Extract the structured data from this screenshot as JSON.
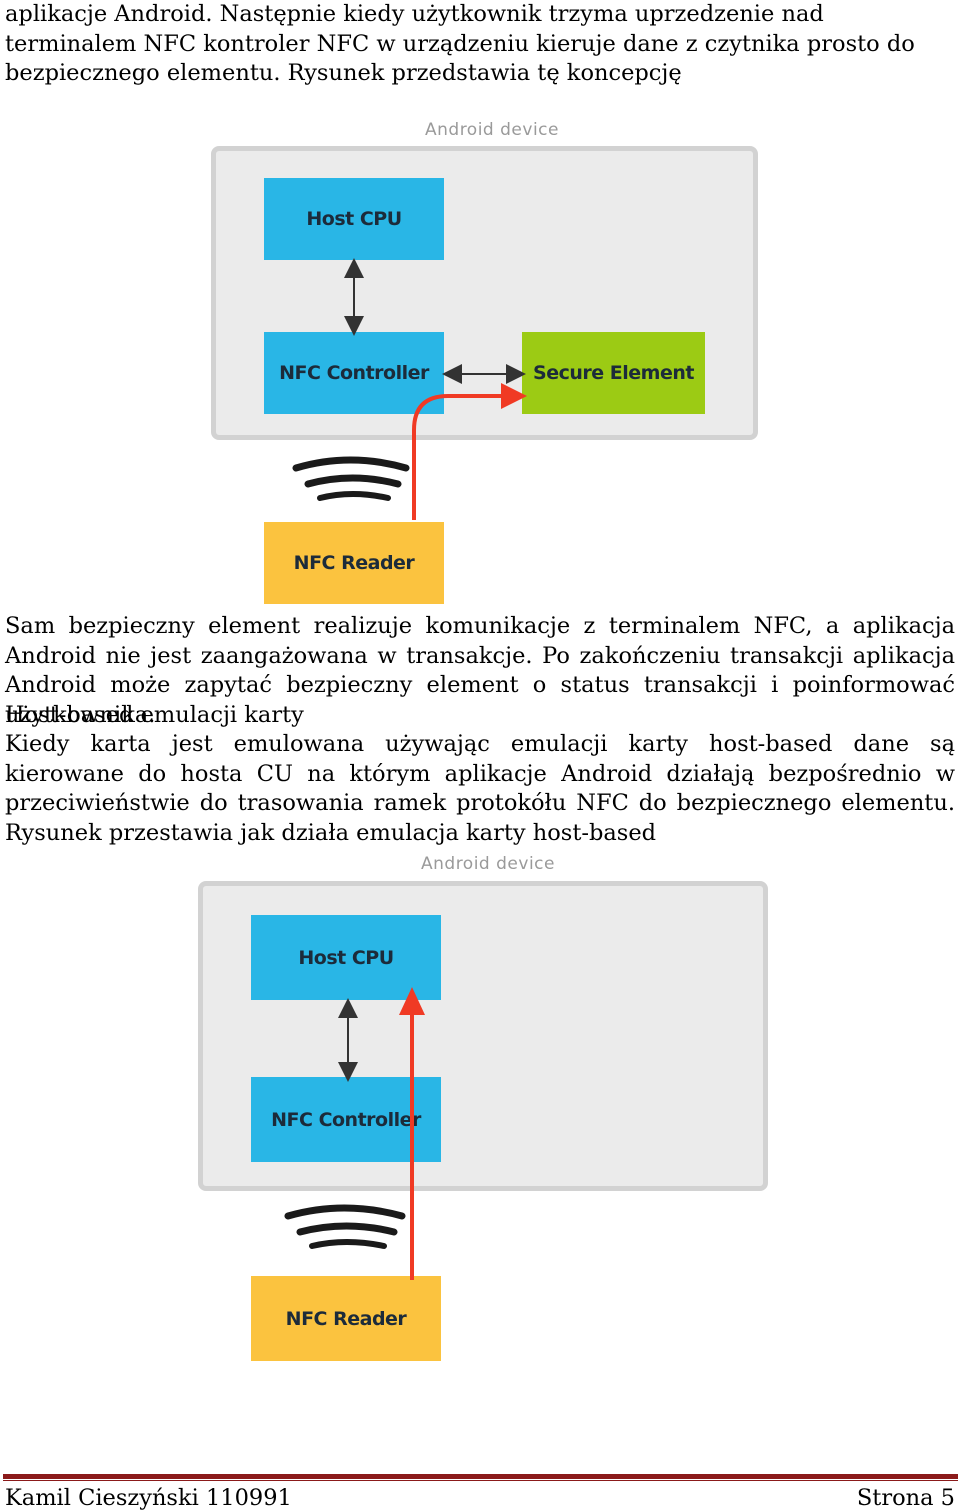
{
  "intro": {
    "text": "aplikacje Android. Następnie kiedy użytkownik trzyma uprzedzenie nad terminalem NFC kontroler NFC w urządzeniu kieruje dane z czytnika prosto do bezpiecznego elementu. Rysunek przedstawia tę koncepcję"
  },
  "diagram1": {
    "device_label": "Android device",
    "host_cpu": "Host CPU",
    "nfc_controller": "NFC Controller",
    "secure_element": "Secure Element",
    "nfc_reader": "NFC Reader"
  },
  "middle": {
    "paragraph1": "Sam bezpieczny element realizuje komunikacje z terminalem NFC, a aplikacja Android nie jest zaangażowana w transakcje. Po zakończeniu transakcji aplikacja Android może zapytać bezpieczny element o status transakcji i poinformować użytkownika.",
    "heading": "Host-based emulacji karty",
    "paragraph2": "Kiedy karta jest emulowana używając emulacji karty host-based dane są kierowane do hosta CU na którym aplikacje Android działają bezpośrednio w przeciwieństwie do trasowania ramek protokółu NFC do bezpiecznego elementu. Rysunek przestawia jak działa emulacja karty host-based"
  },
  "diagram2": {
    "device_label": "Android device",
    "host_cpu": "Host CPU",
    "nfc_controller": "NFC Controller",
    "nfc_reader": "NFC Reader"
  },
  "footer": {
    "author": "Kamil Cieszyński 110991",
    "page": "Strona 5"
  },
  "colors": {
    "blue_box": "#29b6e6",
    "green_box": "#9ccb14",
    "yellow_box": "#fbc33f",
    "red_arrow": "#f03a24",
    "footer_rule": "#8b1a1a"
  }
}
